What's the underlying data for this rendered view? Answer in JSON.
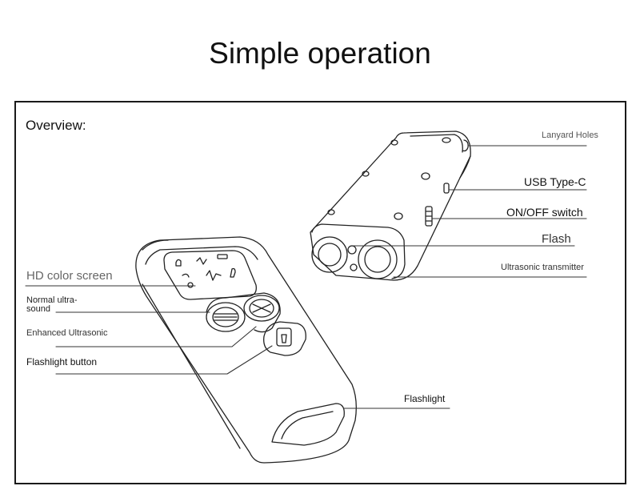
{
  "title": "Simple operation",
  "overview": "Overview:",
  "labels": {
    "lanyard_holes": "Lanyard Holes",
    "usb_type_c": "USB Type-C",
    "on_off_switch": "ON/OFF switch",
    "flash": "Flash",
    "ultrasonic_transmitter": "Ultrasonic transmitter",
    "hd_color_screen": "HD color screen",
    "normal_ultrasound_line1": "Normal ultra-",
    "normal_ultrasound_line2": "sound",
    "enhanced_ultrasonic": "Enhanced Ultrasonic",
    "flashlight_button": "Flashlight button",
    "flashlight": "Flashlight"
  }
}
